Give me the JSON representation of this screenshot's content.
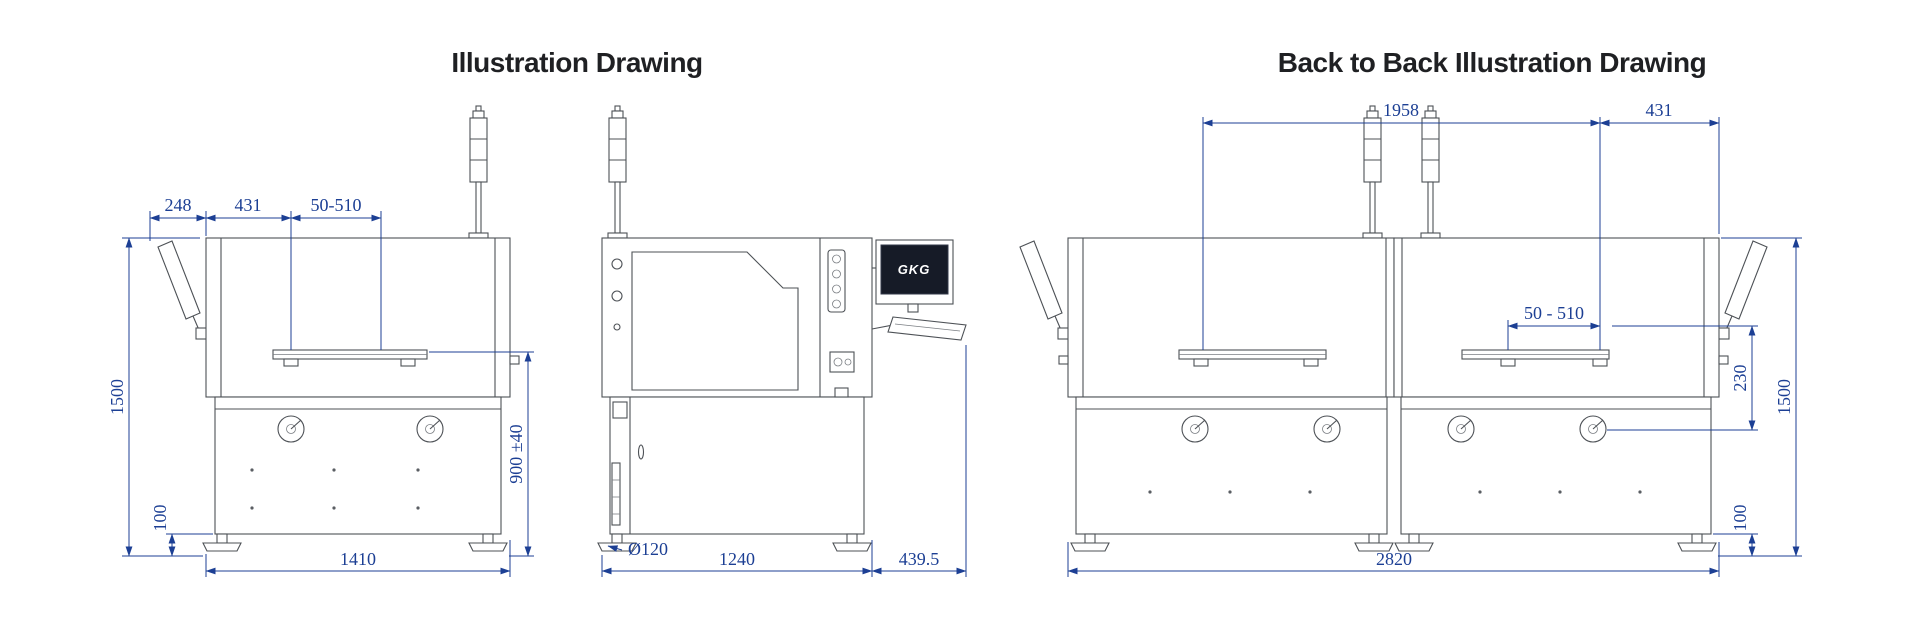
{
  "titles": {
    "illustration": "Illustration Drawing",
    "back_to_back": "Back to Back Illustration Drawing"
  },
  "colors": {
    "dimension_blue": "#1c3f94",
    "machine_line": "#4d5156",
    "screen_dark": "#161b27"
  },
  "front_view": {
    "dim_248": "248",
    "dim_431": "431",
    "dim_range": "50-510",
    "dim_height": "1500",
    "dim_100": "100",
    "dim_width": "1410",
    "dim_table": "900 ±40"
  },
  "side_view": {
    "dim_diameter": "Ø120",
    "dim_depth": "1240",
    "dim_rear": "439.5",
    "monitor_brand": "GKG"
  },
  "back_to_back": {
    "dim_1958": "1958",
    "dim_431": "431",
    "dim_range": "50 - 510",
    "dim_230": "230",
    "dim_height": "1500",
    "dim_100": "100",
    "dim_width": "2820"
  }
}
